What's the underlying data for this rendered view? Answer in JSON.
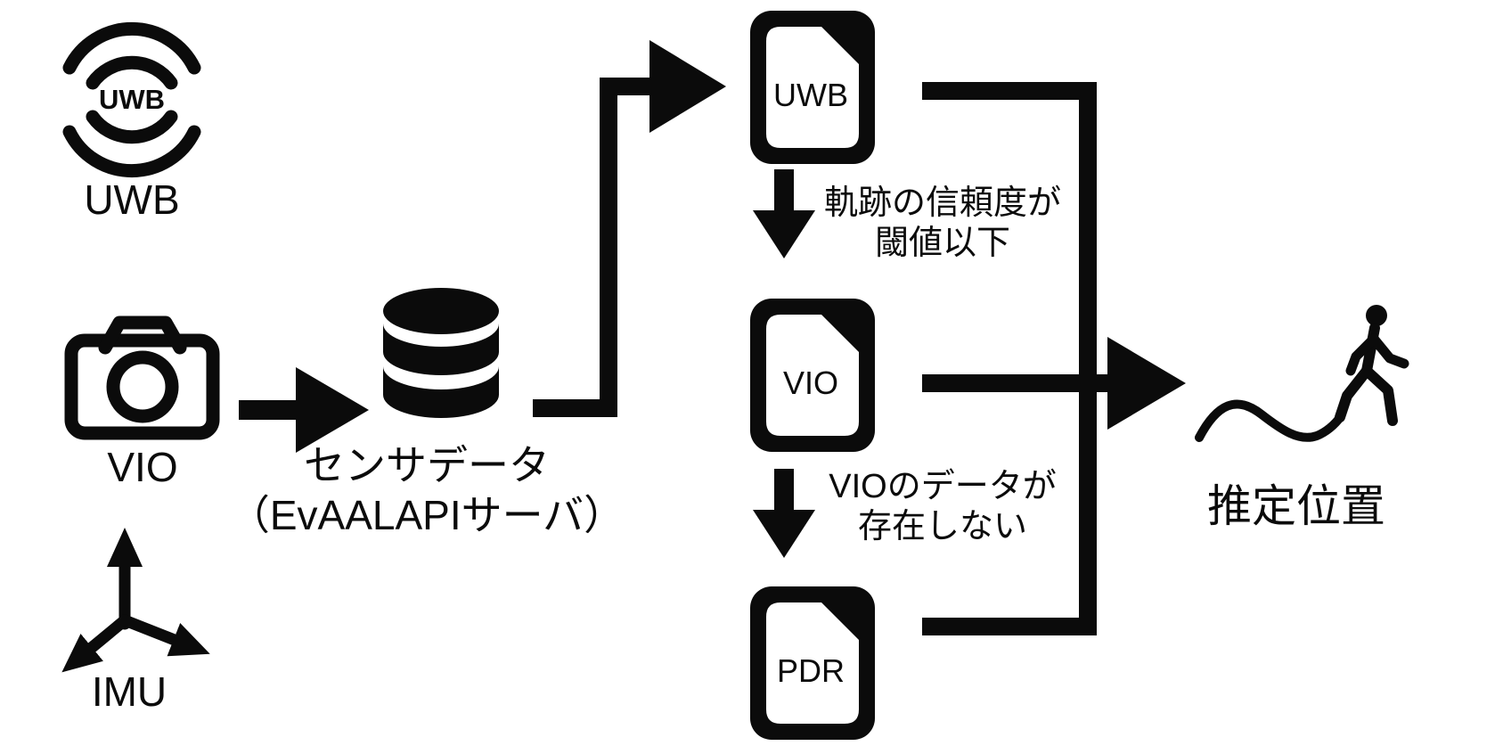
{
  "colors": {
    "ink": "#0b0b0b",
    "background": "#ffffff"
  },
  "sources": {
    "uwb": {
      "icon": "radio-waves-icon",
      "icon_text": "UWB",
      "label": "UWB"
    },
    "vio": {
      "icon": "camera-icon",
      "label": "VIO"
    },
    "imu": {
      "icon": "three-axis-icon",
      "label": "IMU"
    }
  },
  "server": {
    "icon": "database-icon",
    "label_line1": "センサデータ",
    "label_line2": "（EvAALAPIサーバ）"
  },
  "documents": {
    "uwb": {
      "icon": "file-icon",
      "label": "UWB"
    },
    "vio": {
      "icon": "file-icon",
      "label": "VIO"
    },
    "pdr": {
      "icon": "file-icon",
      "label": "PDR"
    }
  },
  "conditions": {
    "uwb_to_vio": {
      "line1": "軌跡の信頼度が",
      "line2": "閾値以下"
    },
    "vio_to_pdr": {
      "line1": "VIOのデータが",
      "line2": "存在しない"
    }
  },
  "output": {
    "icon": "walking-person-icon",
    "trajectory_icon": "trajectory-wave-icon",
    "label": "推定位置"
  }
}
